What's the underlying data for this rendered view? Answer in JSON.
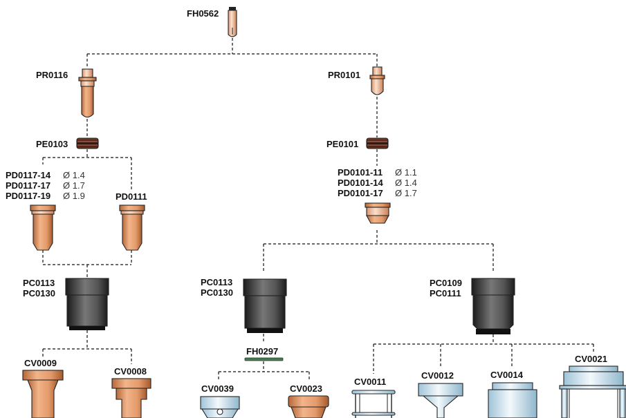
{
  "parts": {
    "fh0562": "FH0562",
    "pr0116": "PR0116",
    "pr0101": "PR0101",
    "pe0103": "PE0103",
    "pe0101": "PE0101",
    "pd_left": [
      {
        "code": "PD0117-14",
        "dia": "Ø 1.4"
      },
      {
        "code": "PD0117-17",
        "dia": "Ø 1.7"
      },
      {
        "code": "PD0117-19",
        "dia": "Ø 1.9"
      }
    ],
    "pd0111": "PD0111",
    "pd_right": [
      {
        "code": "PD0101-11",
        "dia": "Ø 1.1"
      },
      {
        "code": "PD0101-14",
        "dia": "Ø 1.4"
      },
      {
        "code": "PD0101-17",
        "dia": "Ø 1.7"
      }
    ],
    "pc_left": [
      "PC0113",
      "PC0130"
    ],
    "pc_mid": [
      "PC0113",
      "PC0130"
    ],
    "pc_right": [
      "PC0109",
      "PC0111"
    ],
    "fh0297": "FH0297",
    "cv0009": "CV0009",
    "cv0008": "CV0008",
    "cv0039": "CV0039",
    "cv0023": "CV0023",
    "cv0011": "CV0011",
    "cv0012": "CV0012",
    "cv0014": "CV0014",
    "cv0021": "CV0021"
  },
  "colors": {
    "copper": "#d9895a",
    "copper_dark": "#a85a2e",
    "oring": "#5a2a1e",
    "cap_dark": "#2a2a2a",
    "steel_blue": "#c7dfec",
    "ring_green": "#4a7a52"
  }
}
